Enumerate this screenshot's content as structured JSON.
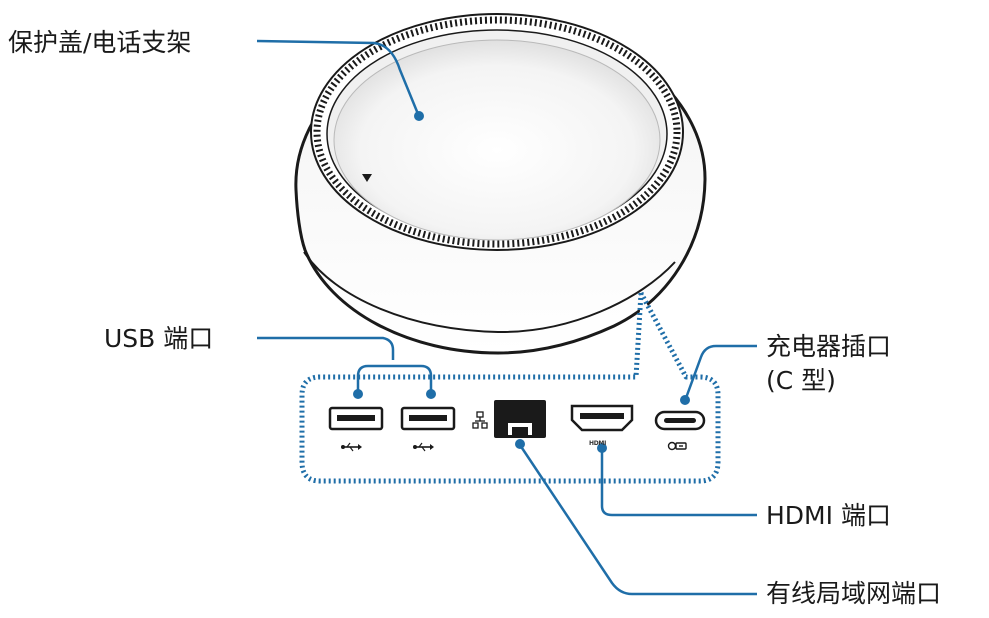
{
  "labels": {
    "cover": "保护盖/电话支架",
    "usb": "USB 端口",
    "charger_line1": "充电器插口",
    "charger_line2": "(C 型)",
    "hdmi": "HDMI 端口",
    "lan": "有线局域网端口"
  },
  "port_marks": {
    "hdmi": "HDMI"
  },
  "colors": {
    "callout": "#1f6ea8",
    "outline": "#1a1a1a"
  }
}
